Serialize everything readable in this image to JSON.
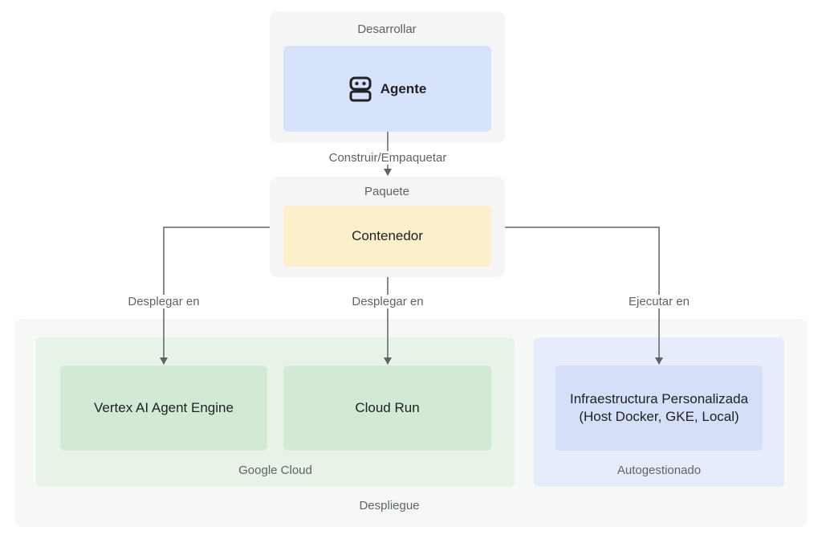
{
  "groups": {
    "develop": {
      "title": "Desarrollar"
    },
    "package": {
      "title": "Paquete"
    },
    "deploy": {
      "title": "Despliegue"
    },
    "google_cloud": {
      "title": "Google Cloud"
    },
    "self_managed": {
      "title": "Autogestionado"
    }
  },
  "nodes": {
    "agent": {
      "label": "Agente",
      "icon": "robot-icon"
    },
    "container": {
      "label": "Contenedor"
    },
    "vertex": {
      "label": "Vertex AI Agent Engine"
    },
    "cloud_run": {
      "label": "Cloud Run"
    },
    "custom_infra": {
      "label": "Infraestructura Personalizada\n(Host Docker, GKE, Local)"
    }
  },
  "edges": {
    "build": {
      "label": "Construir/Empaquetar"
    },
    "deploy_vertex": {
      "label": "Desplegar en"
    },
    "deploy_cloud_run": {
      "label": "Desplegar en"
    },
    "run_custom": {
      "label": "Ejecutar en"
    }
  },
  "colors": {
    "group_bg": "#f5f5f5",
    "deploy_bg": "#f7f9f7",
    "agent_bg": "#d7e3fb",
    "container_bg": "#fbf0c9",
    "green_group_bg": "#e6f3e6",
    "green_node_bg": "#d2ead3",
    "blue_group_bg": "#e7ecfc",
    "blue_node_bg": "#d5e0f8",
    "edge": "#5f6368"
  }
}
